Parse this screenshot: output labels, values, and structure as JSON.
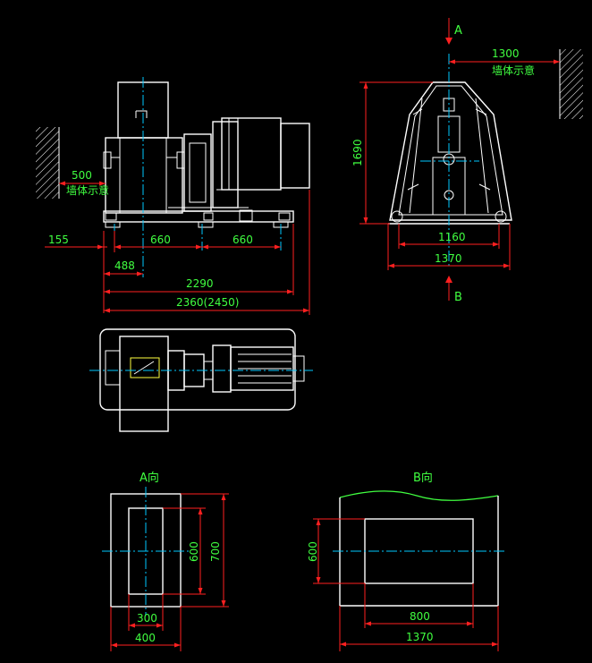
{
  "colors": {
    "background": "#000000",
    "outline": "#ffffff",
    "dimension_line": "#ff2020",
    "dimension_text": "#40ff40",
    "center_line": "#00c8ff",
    "accent": "#ffff40"
  },
  "icons": [
    "wall-hatch-icon",
    "section-arrow-icon"
  ],
  "front_view": {
    "dims": {
      "wall_gap": "500",
      "wall_note": "墙体示意",
      "offset_left": "155",
      "pitch_a": "660",
      "pitch_b": "660",
      "offset_488": "488",
      "length_2290": "2290",
      "length_total": "2360(2450)"
    }
  },
  "side_view": {
    "section_a": "A",
    "section_b": "B",
    "dims": {
      "wall_gap": "1300",
      "wall_note": "墙体示意",
      "height": "1690",
      "foot_span": "1160",
      "width_total": "1370"
    }
  },
  "detail_a": {
    "title": "A向",
    "dims": {
      "inner_height": "600",
      "outer_height": "700",
      "inner_width": "300",
      "outer_width": "400"
    }
  },
  "detail_b": {
    "title": "B向",
    "dims": {
      "height": "600",
      "inner_width": "800",
      "outer_width": "1370"
    }
  }
}
